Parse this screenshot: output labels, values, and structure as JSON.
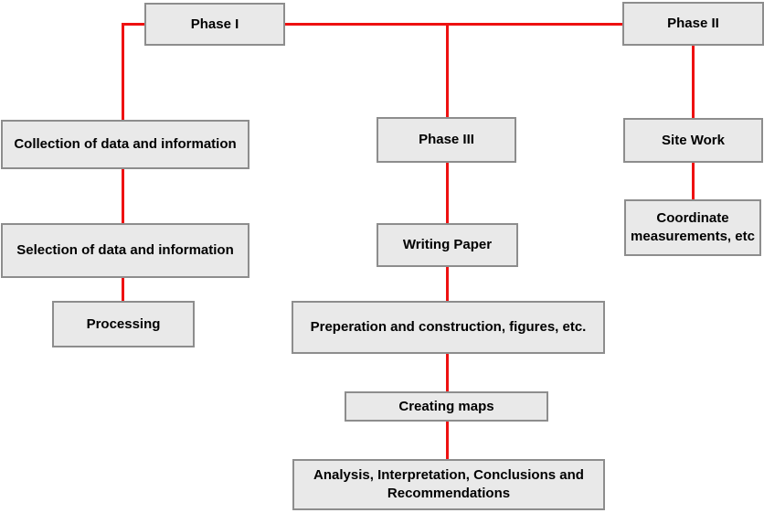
{
  "diagram": {
    "type": "flowchart",
    "description": "Research workflow phases flowchart",
    "colors": {
      "connector": "#ee1111",
      "box_fill": "#e9e9e9",
      "box_border": "#8d8d8d",
      "text": "#000000",
      "background": "#ffffff"
    },
    "nodes": {
      "phase1": "Phase I",
      "phase2": "Phase II",
      "phase3": "Phase III",
      "collection": "Collection of data and information",
      "selection": "Selection of data and information",
      "processing": "Processing",
      "writing": "Writing Paper",
      "preparation": "Preperation and construction, figures, etc.",
      "creating": "Creating maps",
      "analysis": "Analysis, Interpretation, Conclusions and Recommendations",
      "sitework": "Site Work",
      "coordinate": "Coordinate measurements, etc"
    },
    "edges": [
      {
        "from": "phase1",
        "to": "collection"
      },
      {
        "from": "collection",
        "to": "selection"
      },
      {
        "from": "selection",
        "to": "processing"
      },
      {
        "from": "phase1",
        "to": "phase3"
      },
      {
        "from": "phase3",
        "to": "writing"
      },
      {
        "from": "writing",
        "to": "preparation"
      },
      {
        "from": "preparation",
        "to": "creating"
      },
      {
        "from": "creating",
        "to": "analysis"
      },
      {
        "from": "phase1",
        "to": "phase2"
      },
      {
        "from": "phase2",
        "to": "sitework"
      },
      {
        "from": "sitework",
        "to": "coordinate"
      }
    ]
  }
}
